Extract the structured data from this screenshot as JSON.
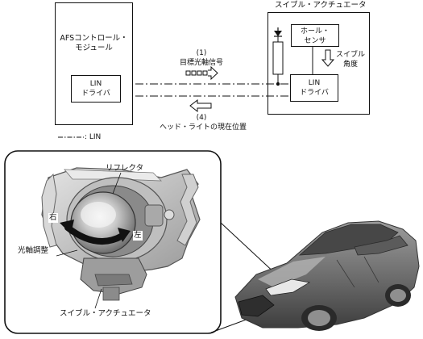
{
  "schematic": {
    "afs_module_title": "AFSコントロール・\nモジュール",
    "lin_driver_left": "LIN\nドライバ",
    "swivel_actuator_title": "スイブル・アクチュエータ",
    "hall_sensor": "ホール・\nセンサ",
    "swivel_angle": "スイブル\n角度",
    "lin_driver_right": "LIN\nドライバ",
    "signal_1_number": "(1)",
    "signal_1_label": "目標光軸信号",
    "signal_4_number": "(4)",
    "signal_4_label": "ヘッド・ライトの現在位置",
    "legend_label": ": LIN"
  },
  "illustration": {
    "reflector_label": "リフレクタ",
    "right_label": "右",
    "left_label": "左",
    "optical_axis_label": "光軸調整",
    "actuator_label": "スイブル・アクチュエータ"
  },
  "colors": {
    "line": "#111111",
    "gray_light": "#d6d6d6",
    "gray_mid": "#9a9a9a",
    "gray_dark": "#555555",
    "arrow_black": "#111111"
  },
  "icons": {
    "bulb": "bulb-symbol-icon",
    "resistor": "resistor-symbol-icon",
    "hollow_arrow_right": "hollow-arrow-right-icon",
    "hollow_arrow_left": "hollow-arrow-left-icon",
    "hollow_arrow_down": "hollow-arrow-down-icon",
    "rotation_arrow": "curved-double-arrow-icon"
  }
}
